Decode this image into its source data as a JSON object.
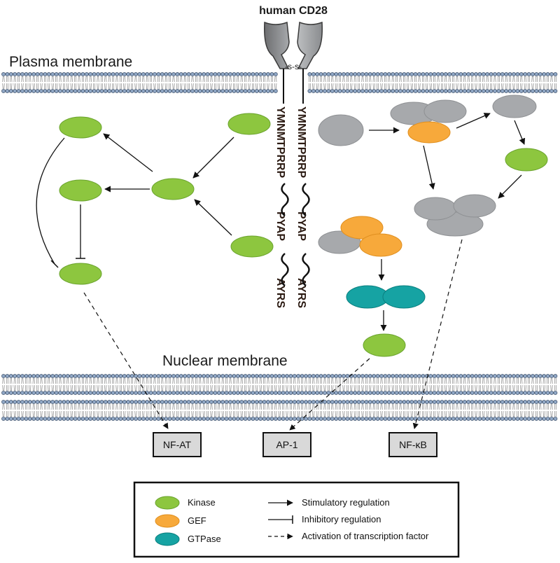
{
  "title": "human CD28",
  "disulfide_label": "-s-s-",
  "plasma_membrane_label": "Plasma membrane",
  "nuclear_membrane_label": "Nuclear membrane",
  "cd28_motifs": {
    "ymnm": "YMNM",
    "tprrp": "TPRRP",
    "pyap": "PYAP",
    "ayrs": "AYRS"
  },
  "transcription_factors": {
    "nfat": "NF-AT",
    "ap1": "AP-1",
    "nfkb": "NF-κB"
  },
  "legend": {
    "kinase": "Kinase",
    "gef": "GEF",
    "gtpase": "GTPase",
    "stimulatory": "Stimulatory regulation",
    "inhibitory": "Inhibitory regulation",
    "activation": "Activation of transcription factor"
  },
  "colors": {
    "kinase": "#8dc63f",
    "gef": "#f7a93b",
    "gtpase": "#16a3a3",
    "unlabeled_protein": "#a7a9ac",
    "membrane_head": "#8fa6c4"
  }
}
